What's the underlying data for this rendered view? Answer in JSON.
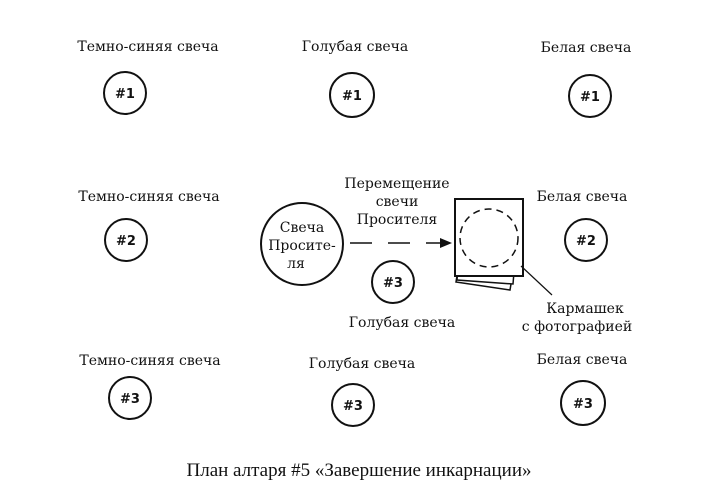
{
  "candles": [
    {
      "id": "dark-blue-1",
      "label": "Темно-синяя свеча",
      "number": "#1"
    },
    {
      "id": "blue-1",
      "label": "Голубая свеча",
      "number": "#1"
    },
    {
      "id": "white-1",
      "label": "Белая свеча",
      "number": "#1"
    },
    {
      "id": "dark-blue-2",
      "label": "Темно-синяя свеча",
      "number": "#2"
    },
    {
      "id": "white-2",
      "label": "Белая свеча",
      "number": "#2"
    },
    {
      "id": "blue-3-center",
      "label": "Голубая свеча",
      "number": "#3"
    },
    {
      "id": "dark-blue-3",
      "label": "Темно-синяя свеча",
      "number": "#3"
    },
    {
      "id": "blue-3",
      "label": "Голубая свеча",
      "number": "#3"
    },
    {
      "id": "white-3",
      "label": "Белая свеча",
      "number": "#3"
    }
  ],
  "petitioner_candle": {
    "line1": "Свеча",
    "line2": "Просите-",
    "line3": "ля"
  },
  "movement": {
    "line1": "Перемещение",
    "line2": "свечи",
    "line3": "Просителя"
  },
  "pocket": {
    "line1": "Кармашек",
    "line2": "с фотографией"
  },
  "caption": "План алтаря #5 «Завершение инкарнации»"
}
